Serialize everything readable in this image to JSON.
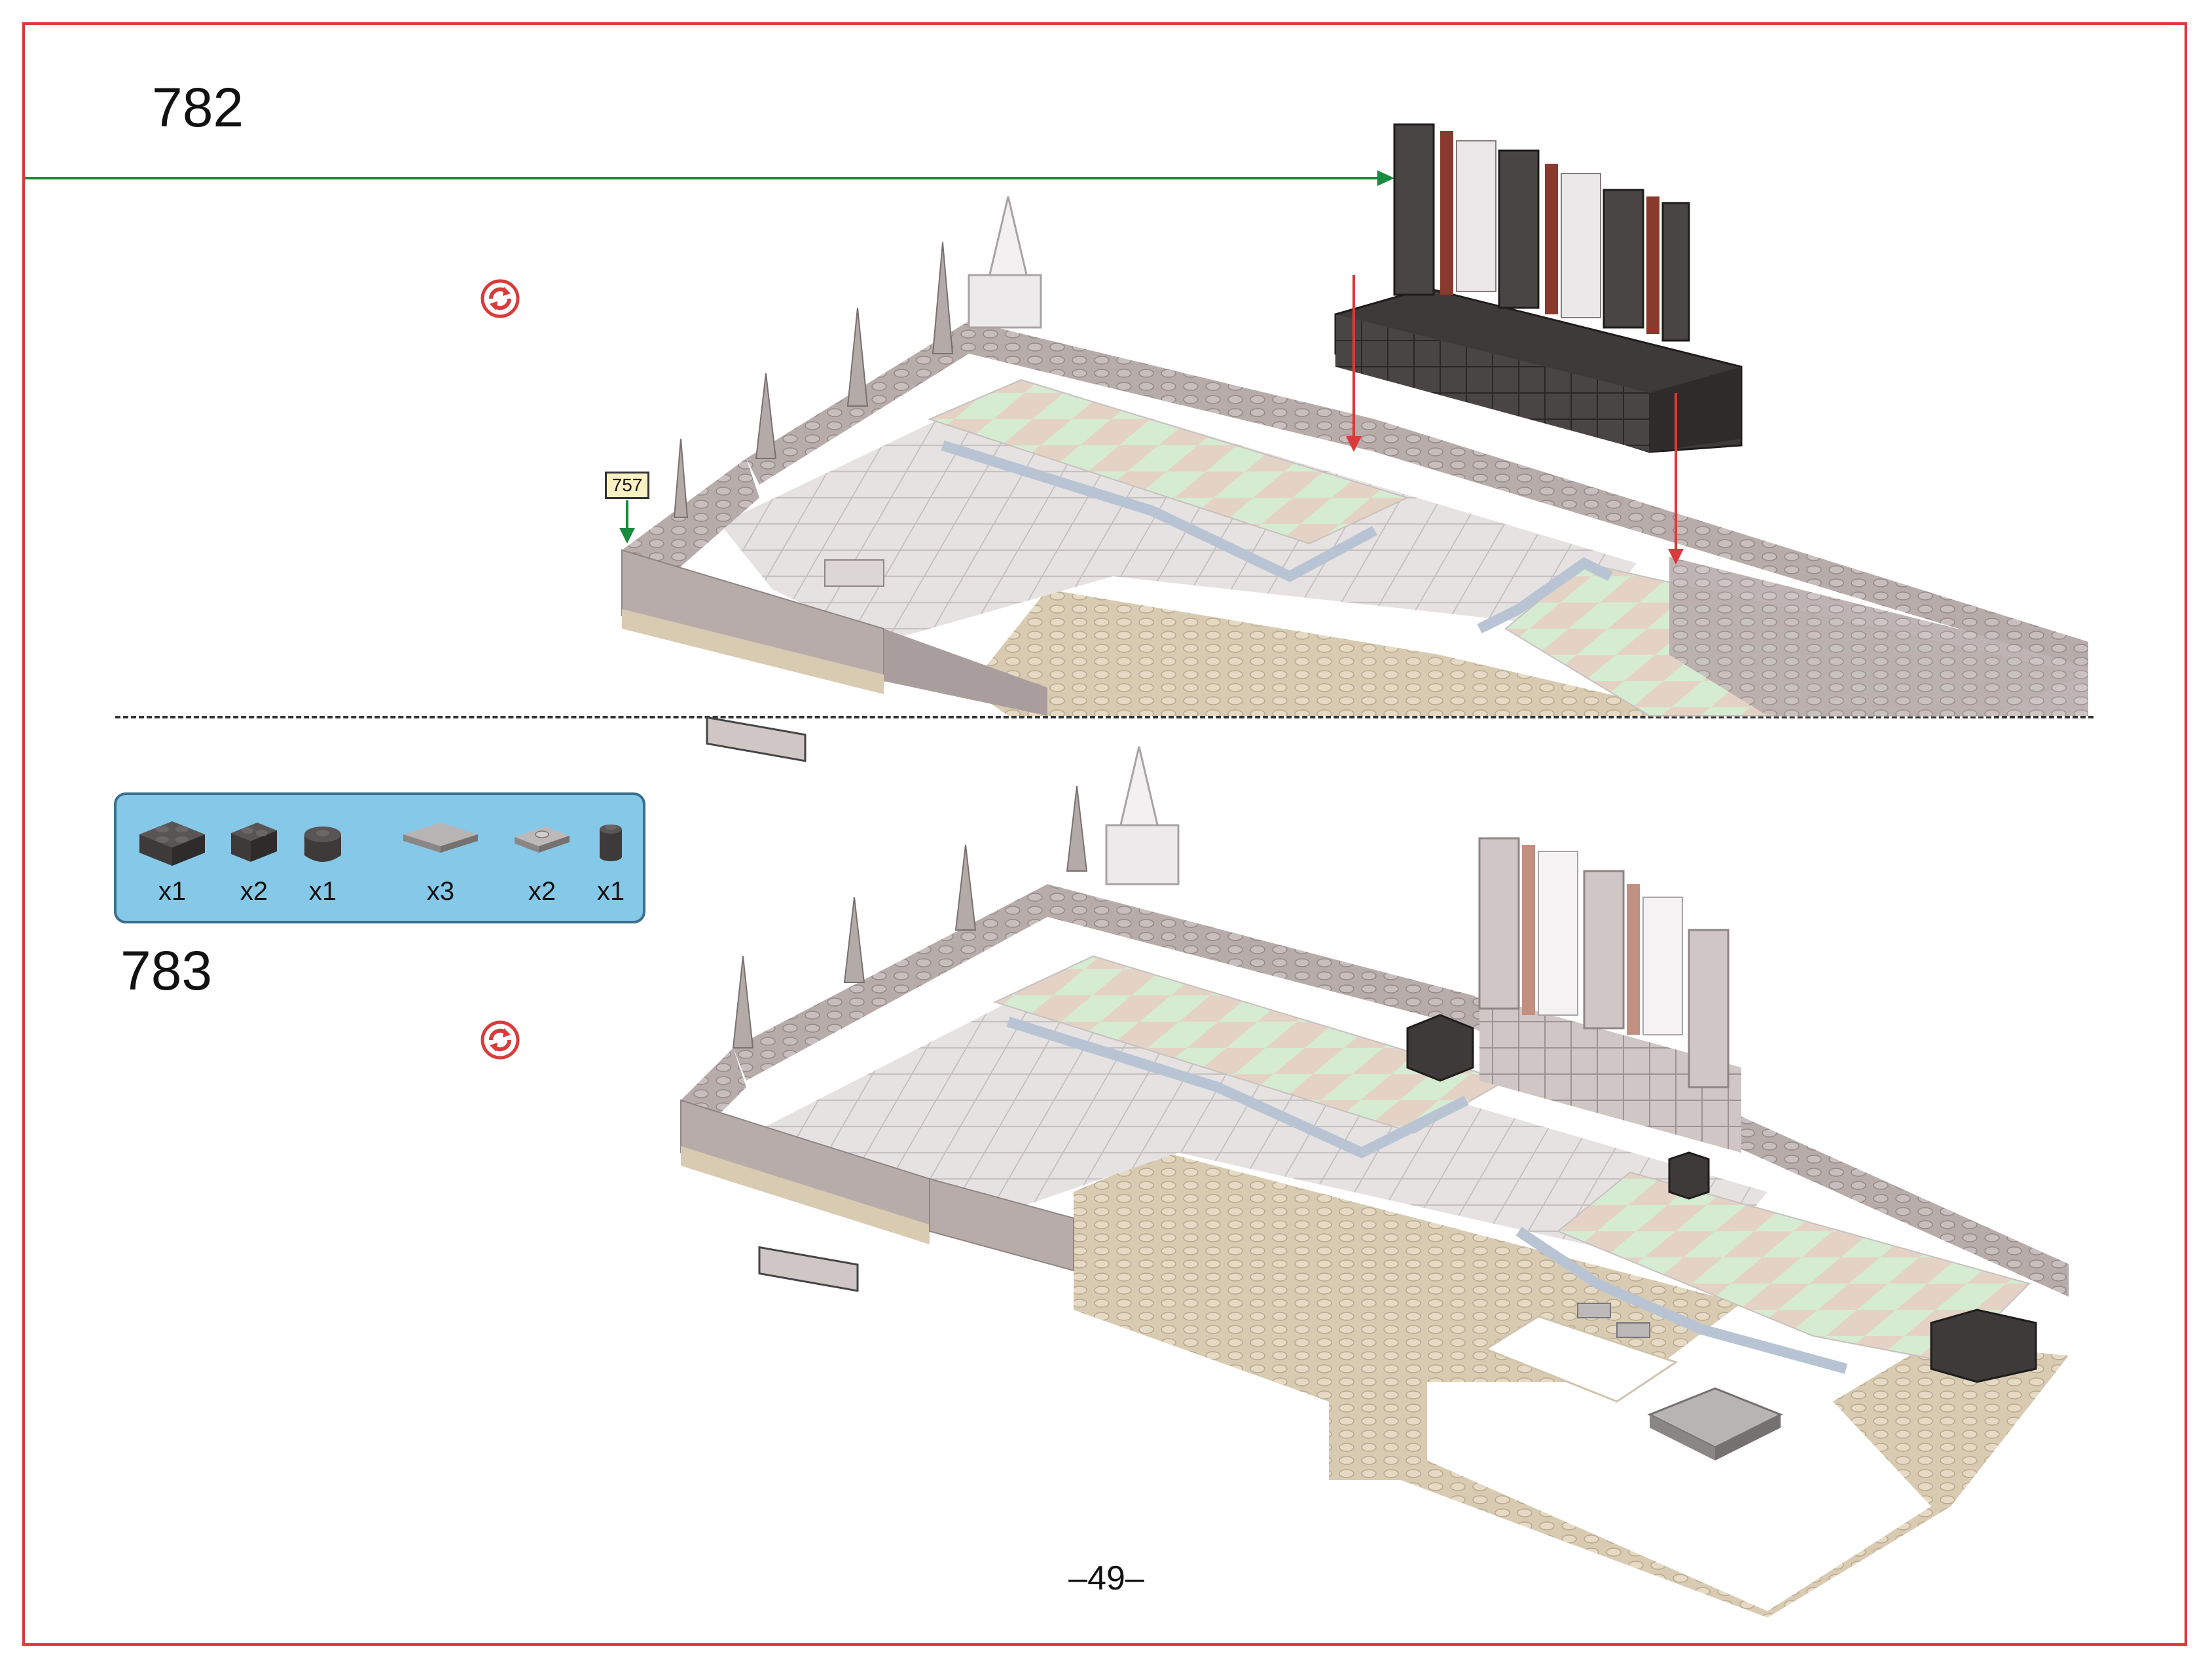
{
  "page": {
    "number_label": "–49–",
    "border_color": "#d93a3a"
  },
  "steps": [
    {
      "number": "782",
      "icon": "rotate-icon"
    },
    {
      "number": "783",
      "icon": "rotate-icon"
    }
  ],
  "callout": {
    "ref_step": "757"
  },
  "parts_panel": {
    "background": "#86c8e8",
    "parts": [
      {
        "name": "dark-brick-2x2",
        "qty": "x1"
      },
      {
        "name": "dark-brick-1x2",
        "qty": "x2"
      },
      {
        "name": "dark-brick-1x1-round-side",
        "qty": "x1"
      },
      {
        "name": "gray-tile-2x2",
        "qty": "x3"
      },
      {
        "name": "gray-jumper-plate-1x2",
        "qty": "x2"
      },
      {
        "name": "dark-round-brick-1x1",
        "qty": "x1"
      }
    ]
  },
  "colors": {
    "assembly_arrow": "#1a8a3e",
    "placement_arrow": "#d93a3a",
    "wall_gray": "#b8acab",
    "floor_light": "#e6e2e2",
    "tile_green": "#d5ecd3",
    "tile_tan": "#e4d3c4",
    "base_tan": "#d9cbb2",
    "dark_brick": "#4a4545"
  }
}
